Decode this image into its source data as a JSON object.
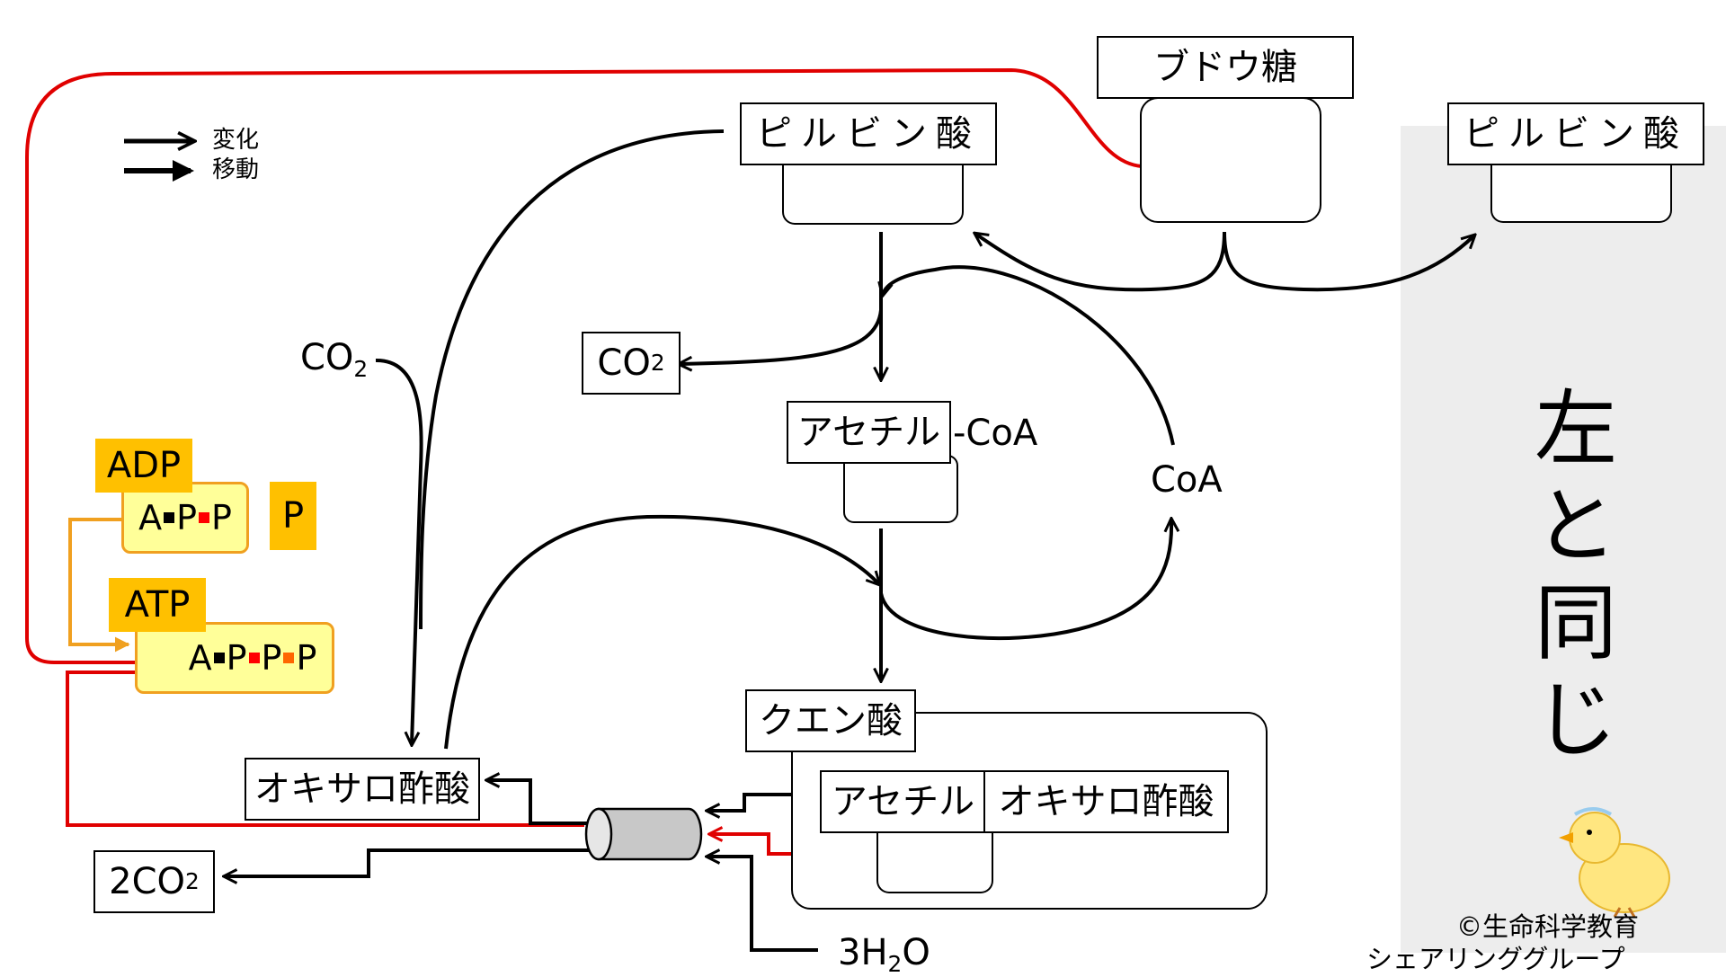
{
  "legend": {
    "change": "変化",
    "move": "移動"
  },
  "labels": {
    "glucose": "ブドウ糖",
    "pyruvate_left": "ピルビン酸",
    "pyruvate_right": "ピルビン酸",
    "acetyl": "アセチル",
    "coa_suffix": "-CoA",
    "coa": "CoA",
    "citrate": "クエン酸",
    "citrate_acetyl": "アセチル",
    "citrate_oxaloacetate": "オキサロ酢酸",
    "oxaloacetate": "オキサロ酢酸",
    "co2_box_main": "CO",
    "co2_box_sub": "2",
    "co2_in_main": "CO",
    "co2_in_sub": "2",
    "twoco2_main": "2CO",
    "twoco2_sub": "2",
    "water_main": "3H",
    "water_sub": "2",
    "water_tail": "O"
  },
  "energy": {
    "adp_tag": "ADP",
    "adp_parts": [
      "A",
      "P",
      "P"
    ],
    "atp_tag": "ATP",
    "atp_parts": [
      "A",
      "P",
      "P",
      "P"
    ],
    "phosphate": "P"
  },
  "side_note": [
    "左",
    "と",
    "同",
    "じ"
  ],
  "copyright": {
    "line1": "©生命科学教育",
    "line2": "シェアリンググループ"
  },
  "colors": {
    "red_path": "#e00000",
    "orange_path": "#f0a020",
    "tag_fill": "#ffc000",
    "atp_fill": "#ffff99",
    "bond_red": "#ff0000",
    "bond_orange": "#ff6600",
    "panel_gray": "#ededed"
  }
}
